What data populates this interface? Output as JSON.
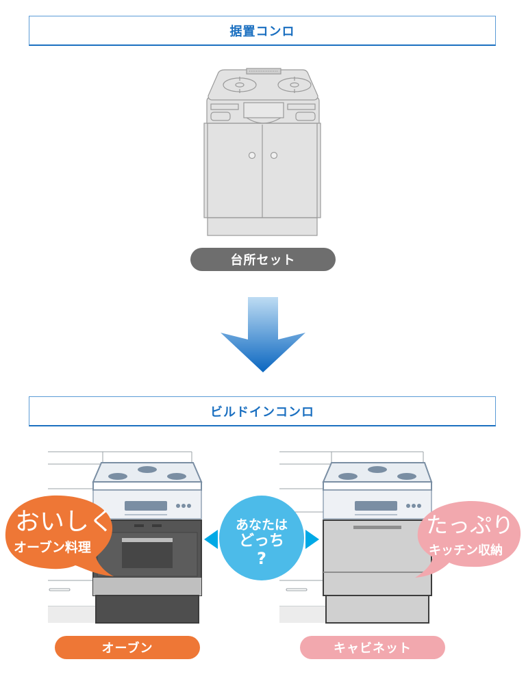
{
  "top_section": {
    "title": "据置コンロ",
    "caption": "台所セット",
    "caption_color": "#6e6e6e"
  },
  "arrow": {
    "direction": "down",
    "gradient_top": "#b9d9f2",
    "gradient_bottom": "#0a6ac2"
  },
  "bottom_section": {
    "title": "ビルドインコンロ",
    "center_bubble": {
      "line1": "あなたは",
      "line2": "どっち",
      "line3": "?",
      "color": "#4cbbe9"
    },
    "left_option": {
      "bubble_line1": "おいしく",
      "bubble_line2": "オーブン料理",
      "bubble_color": "#ee7736",
      "caption": "オーブン",
      "caption_color": "#ee7736"
    },
    "right_option": {
      "bubble_line1": "たっぷり",
      "bubble_line2": "キッチン収納",
      "bubble_color": "#f2a8ae",
      "caption": "キャビネット",
      "caption_color": "#f2a8ae"
    }
  },
  "colors": {
    "title_text": "#1a6fc0",
    "title_border": "#5a9bd6",
    "pointer_arrow": "#00a9e6"
  }
}
